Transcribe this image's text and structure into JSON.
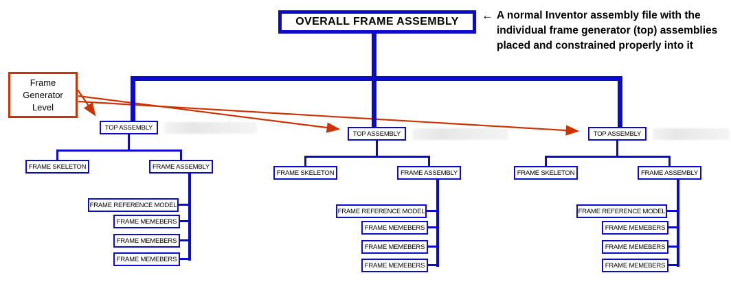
{
  "colors": {
    "wire_blue": "#0b0bcc",
    "callout_orange": "#cc3300",
    "text": "#000000"
  },
  "title": {
    "label": "OVERALL FRAME ASSEMBLY"
  },
  "annotation": {
    "arrow": "←",
    "text": "A normal Inventor assembly file with the individual frame generator (top) assemblies placed and constrained properly into it"
  },
  "callout": {
    "lines": [
      "Frame",
      "Generator",
      "Level"
    ]
  },
  "columns": [
    {
      "top": "TOP ASSEMBLY",
      "skeleton": "FRAME SKELETON",
      "assembly": "FRAME ASSEMBLY",
      "reference": "FRAME REFERENCE MODEL",
      "members": [
        "FRAME MEMEBERS",
        "FRAME MEMEBERS",
        "FRAME MEMEBERS"
      ]
    },
    {
      "top": "TOP ASSEMBLY",
      "skeleton": "FRAME SKELETON",
      "assembly": "FRAME ASSEMBLY",
      "reference": "FRAME REFERENCE MODEL",
      "members": [
        "FRAME MEMEBERS",
        "FRAME MEMEBERS",
        "FRAME MEMEBERS"
      ]
    },
    {
      "top": "TOP ASSEMBLY",
      "skeleton": "FRAME SKELETON",
      "assembly": "FRAME ASSEMBLY",
      "reference": "FRAME REFERENCE MODEL",
      "members": [
        "FRAME MEMEBERS",
        "FRAME MEMEBERS",
        "FRAME MEMEBERS"
      ]
    }
  ]
}
